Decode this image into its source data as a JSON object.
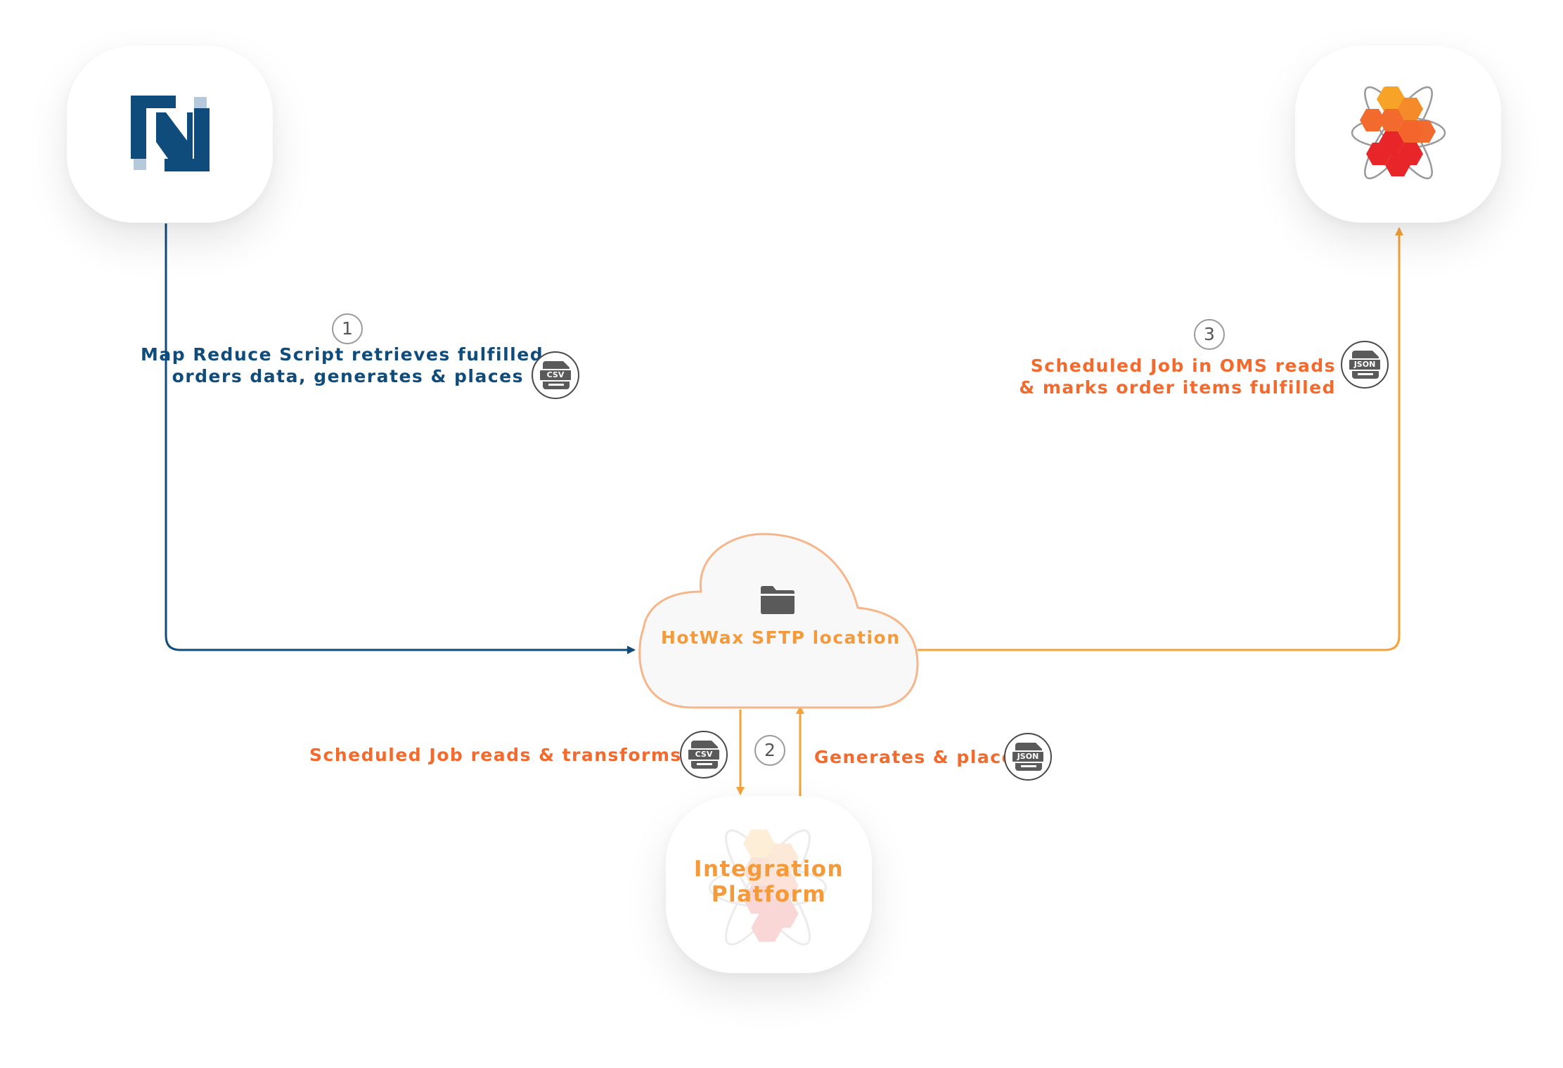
{
  "colors": {
    "netsuite_navy": "#0f4c7c",
    "netsuite_light": "#b6c9dc",
    "orange_text": "#f26a2e",
    "orange_line": "#f4a23a",
    "cloud_border": "#f7b58a"
  },
  "nodes": {
    "netsuite": {
      "icon": "netsuite-logo-icon"
    },
    "hotwax_oms": {
      "icon": "hotwax-hexagon-logo-icon"
    },
    "sftp": {
      "label": "HotWax SFTP location",
      "icon": "folder-icon"
    },
    "integration_platform": {
      "label_line1": "Integration",
      "label_line2": "Platform",
      "icon": "hotwax-hexagon-watermark-icon"
    }
  },
  "steps": {
    "step1": {
      "number": "1",
      "line1": "Map Reduce Script retrieves fulfilled",
      "line2": "orders data, generates & places",
      "file_type": "CSV"
    },
    "step2_in": {
      "number": "2",
      "text": "Scheduled Job reads & transforms",
      "file_type": "CSV"
    },
    "step2_out": {
      "text": "Generates & places",
      "file_type": "JSON"
    },
    "step3": {
      "number": "3",
      "line1": "Scheduled Job in OMS reads",
      "line2": "& marks order items fulfilled",
      "file_type": "JSON"
    }
  }
}
